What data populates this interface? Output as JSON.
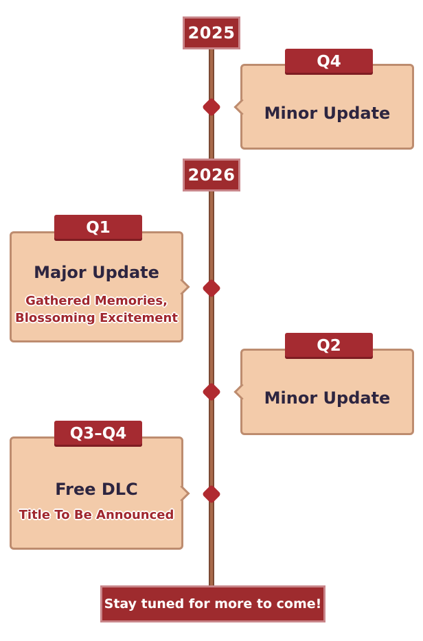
{
  "timeline": {
    "year_2025": "2025",
    "year_2026": "2026",
    "events": [
      {
        "quarter": "Q4",
        "title": "Minor Update",
        "subtitle": ""
      },
      {
        "quarter": "Q1",
        "title": "Major Update",
        "subtitle_line1": "Gathered Memories,",
        "subtitle_line2": "Blossoming Excitement"
      },
      {
        "quarter": "Q2",
        "title": "Minor Update",
        "subtitle": ""
      },
      {
        "quarter": "Q3–Q4",
        "title": "Free DLC",
        "subtitle": "Title To Be Announced"
      }
    ]
  },
  "footer": {
    "text": "Stay tuned for more to come!"
  },
  "colors": {
    "accent_red": "#9e2b2e",
    "card_fill": "#f3cbaa",
    "card_border": "#bd8c6f",
    "title_text": "#2d2540",
    "line_brown": "#a8694a"
  }
}
